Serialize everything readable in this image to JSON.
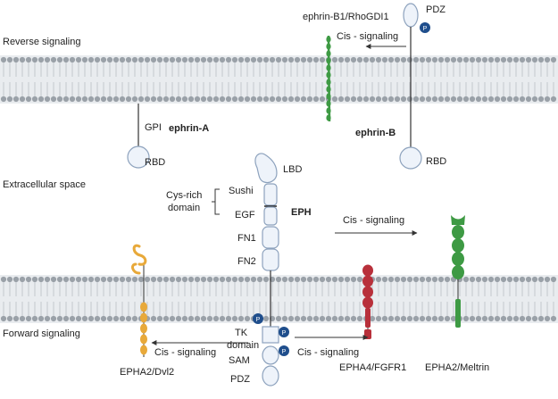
{
  "regions": {
    "reverse": "Reverse signaling",
    "extracellular": "Extracellular space",
    "forward": "Forward signaling"
  },
  "top": {
    "complex": "ephrin-B1/RhoGDI1",
    "pdz": "PDZ",
    "cis": "Cis - signaling"
  },
  "ephrinA": {
    "gpi": "GPI",
    "name": "ephrin-A",
    "rbd": "RBD"
  },
  "ephrinB": {
    "name": "ephrin-B",
    "rbd": "RBD"
  },
  "eph": {
    "name": "EPH",
    "lbd": "LBD",
    "sushi": "Sushi",
    "cys1": "Cys-rich",
    "cys2": "domain",
    "egf": "EGF",
    "fn1": "FN1",
    "fn2": "FN2",
    "tk1": "TK",
    "tk2": "domain",
    "sam": "SAM",
    "pdz": "PDZ"
  },
  "cis_mid": "Cis - signaling",
  "cis_left": "Cis - signaling",
  "cis_right": "Cis - signaling",
  "partners": {
    "dvl": "EPHA2/Dvl2",
    "fgfr": "EPHA4/FGFR1",
    "meltrin": "EPHA2/Meltrin"
  },
  "phospho": "P",
  "colors": {
    "membrane_bg": "#e9ecef",
    "lipid_head": "#9aa1a8",
    "domain_fill": "#eef3fa",
    "domain_stroke": "#8da2bd",
    "phospho": "#1f4e8c",
    "green": "#3e9a44",
    "red": "#b8303b",
    "orange": "#e8a93a"
  }
}
